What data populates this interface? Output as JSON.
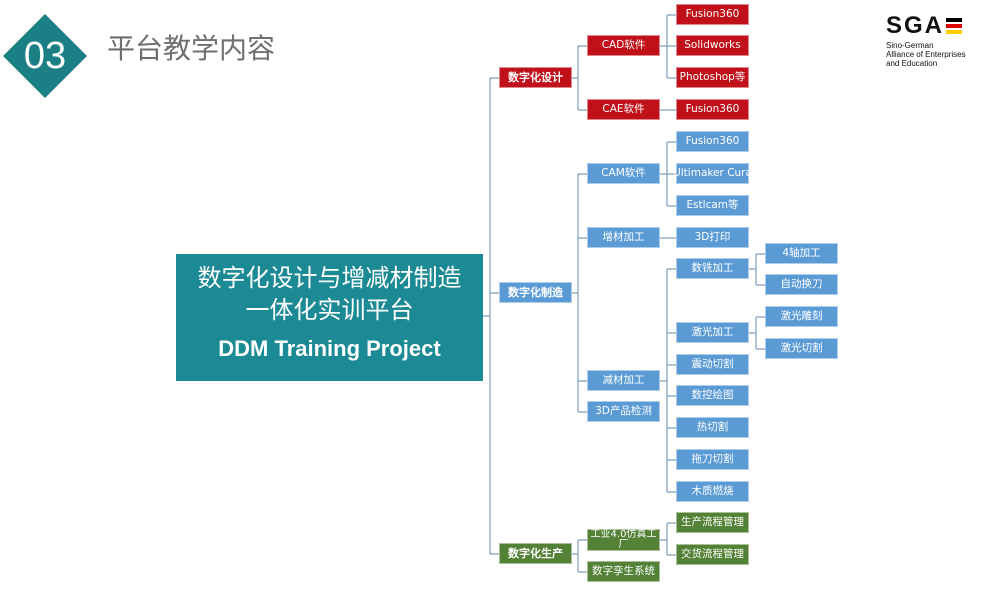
{
  "header": {
    "number": "03",
    "title": "平台教学内容"
  },
  "logo": {
    "letters": "SGA",
    "subtitle": [
      "Sino-German",
      "Alliance of Enterprises",
      "and Education"
    ],
    "flag_colors": [
      "#000000",
      "#dd0000",
      "#ffce00"
    ]
  },
  "root": {
    "title_lines": [
      "数字化设计与增减材制造",
      "一体化实训平台"
    ],
    "subtitle": "DDM Training Project",
    "color": "#1c8a94"
  },
  "colors": {
    "design": "#c0101a",
    "manufacture": "#5b9bd5",
    "production": "#538135",
    "connector": "#7f9fbf"
  },
  "tree": {
    "design": {
      "label": "数字化设计",
      "cad": {
        "label": "CAD软件",
        "children": [
          "Fusion360",
          "Solidworks",
          "Photoshop等"
        ]
      },
      "cae": {
        "label": "CAE软件",
        "children": [
          "Fusion360"
        ]
      }
    },
    "manufacture": {
      "label": "数字化制造",
      "cam": {
        "label": "CAM软件",
        "children": [
          "Fusion360",
          "Ultimaker Cura",
          "Estlcam等"
        ]
      },
      "additive": {
        "label": "增材加工",
        "children": [
          "3D打印"
        ]
      },
      "subtractive": {
        "label": "减材加工",
        "cnc": {
          "label": "数铣加工",
          "children": [
            "4轴加工",
            "自动换刀"
          ]
        },
        "laser": {
          "label": "激光加工",
          "children": [
            "激光雕刻",
            "激光切割"
          ]
        },
        "others": [
          "震动切割",
          "数控绘图",
          "热切割",
          "拖刀切割",
          "木质燃烧"
        ]
      },
      "inspection": {
        "label": "3D产品检测"
      }
    },
    "production": {
      "label": "数字化生产",
      "factory": {
        "label": "工业4.0仿真工厂",
        "children": [
          "生产流程管理",
          "交货流程管理"
        ]
      },
      "twin": {
        "label": "数字孪生系统"
      }
    }
  }
}
